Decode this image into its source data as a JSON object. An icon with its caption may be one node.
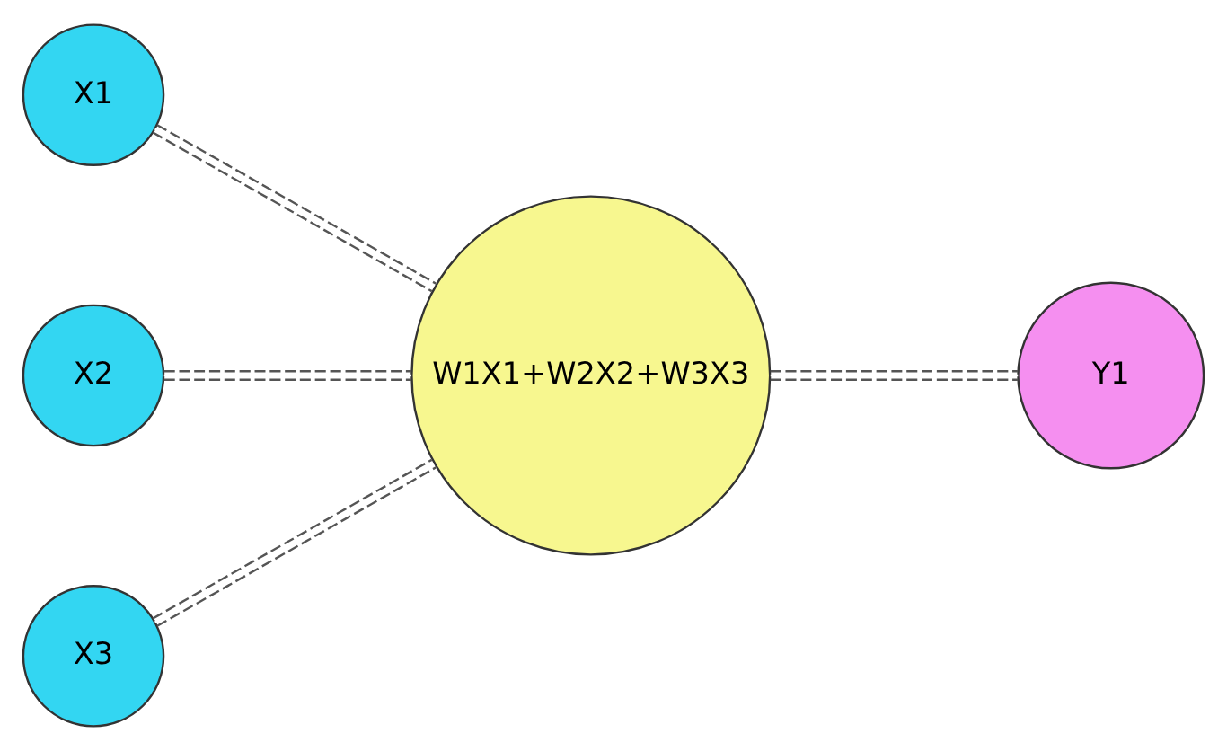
{
  "diagram": {
    "nodes": [
      {
        "text": [
          "X1"
        ]
      },
      {
        "text": [
          "X2"
        ]
      },
      {
        "text": [
          "X3"
        ]
      },
      {
        "text": [
          "W1X1+W2X2+W3X3"
        ]
      },
      {
        "text": [
          "Y1"
        ]
      }
    ],
    "edges": [
      {
        "from": 0,
        "to": 3,
        "arrow": "none",
        "style": "dashed"
      },
      {
        "from": 1,
        "to": 3,
        "arrow": "none",
        "style": "dashed"
      },
      {
        "from": 2,
        "to": 3,
        "arrow": "none",
        "style": "dashed"
      },
      {
        "from": 3,
        "to": 4,
        "arrow": "none",
        "style": "dashed"
      }
    ]
  }
}
